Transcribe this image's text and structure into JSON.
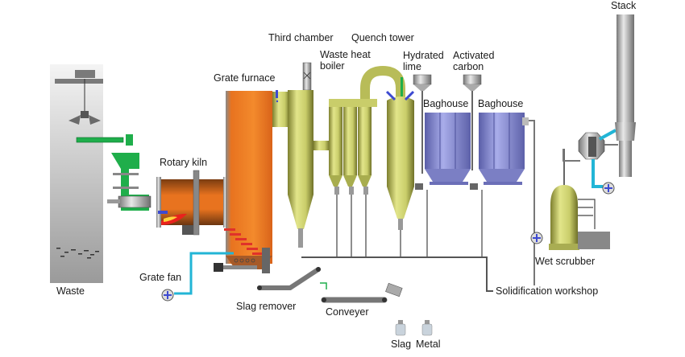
{
  "title": "Waste incineration process flow",
  "labels": {
    "waste": "Waste",
    "rotary_kiln": "Rotary kiln",
    "grate_furnace": "Grate furnace",
    "third_chamber": "Third chamber",
    "waste_heat_boiler": "Waste heat\nboiler",
    "quench_tower": "Quench tower",
    "hydrated_lime": "Hydrated\nlime",
    "activated_carbon": "Activated\ncarbon",
    "baghouse_1": "Baghouse",
    "baghouse_2": "Baghouse",
    "stack": "Stack",
    "wet_scrubber": "Wet scrubber",
    "solidification_workshop": "Solidification workshop",
    "grate_fan": "Grate fan",
    "slag_remover": "Slag remover",
    "conveyer": "Conveyer",
    "slag": "Slag",
    "metal": "Metal"
  },
  "colors": {
    "kiln_orange": "#e8731f",
    "feeder_green": "#1fae4b",
    "air_cyan": "#22b5d6",
    "vessel_yellow": "#c9cd6a",
    "baghouse_blue": "#8b8fd0",
    "steel_gray": "#8c8c8c"
  }
}
